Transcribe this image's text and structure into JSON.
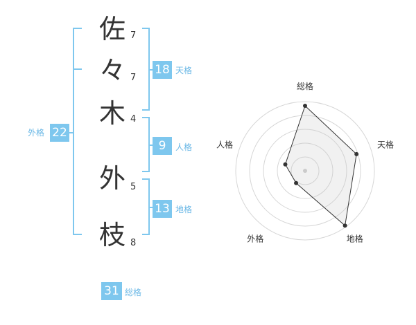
{
  "colors": {
    "accent": "#7ec7ee",
    "label": "#6bb8e6",
    "text": "#333333"
  },
  "name": {
    "chars": [
      {
        "char": "佐",
        "strokes": "7"
      },
      {
        "char": "々",
        "strokes": "7"
      },
      {
        "char": "木",
        "strokes": "4"
      },
      {
        "char": "外",
        "strokes": "5"
      },
      {
        "char": "枝",
        "strokes": "8"
      }
    ]
  },
  "fortunes": {
    "ten": {
      "label": "天格",
      "value": "18"
    },
    "jin": {
      "label": "人格",
      "value": "9"
    },
    "chi": {
      "label": "地格",
      "value": "13"
    },
    "gai": {
      "label": "外格",
      "value": "22"
    },
    "so": {
      "label": "総格",
      "value": "31"
    }
  },
  "chart_data": {
    "type": "radar",
    "axes": [
      "総格",
      "天格",
      "地格",
      "外格",
      "人格"
    ],
    "values": [
      4.7,
      3.9,
      4.9,
      1.1,
      1.5
    ],
    "max": 5,
    "rings": 5
  }
}
